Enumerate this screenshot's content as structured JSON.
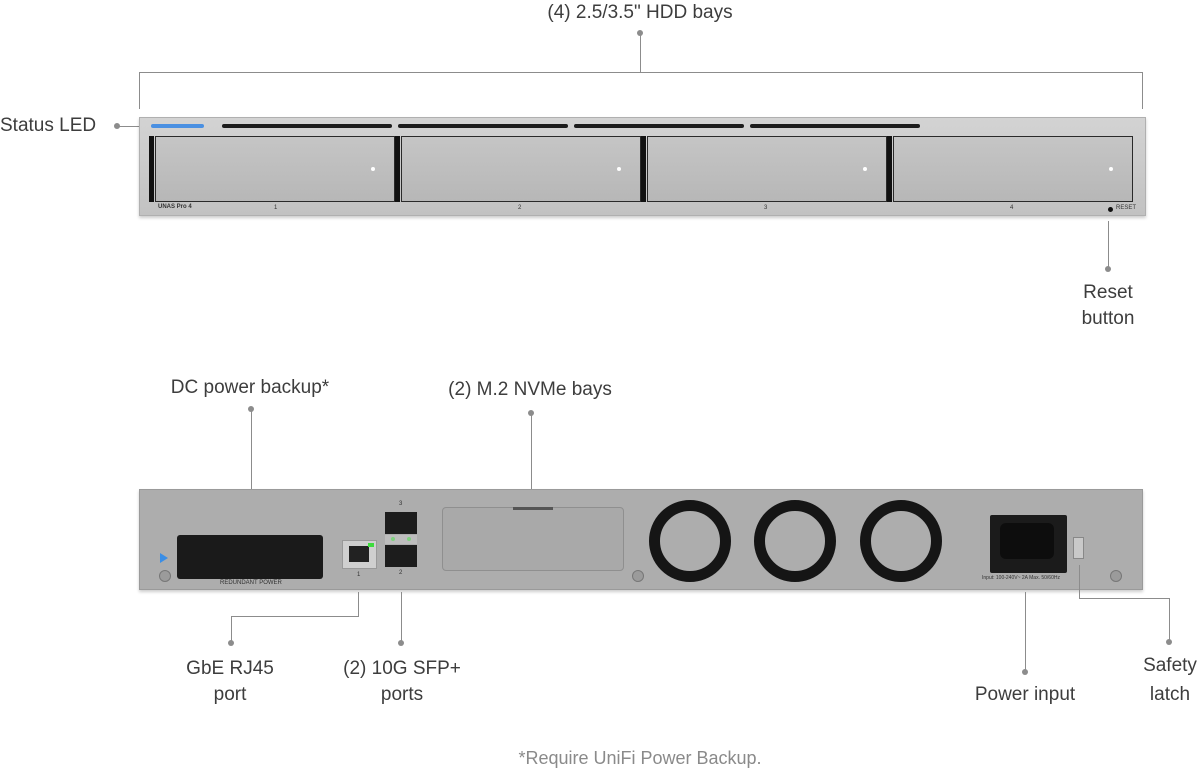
{
  "front_view": {
    "model_label": "UNAS Pro 4",
    "bay_numbers": [
      "1",
      "2",
      "3",
      "4"
    ],
    "reset_text": "RESET",
    "status_led_color": "#4a90e2",
    "callouts": {
      "hdd_bays": "(4) 2.5/3.5\" HDD bays",
      "status_led": "Status LED",
      "reset_line1": "Reset",
      "reset_line2": "button"
    }
  },
  "rear_view": {
    "redundant_power_text": "REDUNDANT POWER",
    "rj45_port_number": "1",
    "sfp_port_numbers": [
      "2",
      "3"
    ],
    "power_input_text": "Input: 100-240V~ 2A Max. 50/60Hz",
    "callouts": {
      "dc_power_backup": "DC power backup*",
      "m2_bays": "(2) M.2 NVMe bays",
      "rj45_line1": "GbE RJ45",
      "rj45_line2": "port",
      "sfp_line1": "(2) 10G SFP+",
      "sfp_line2": "ports",
      "power_input": "Power input",
      "safety_line1": "Safety",
      "safety_line2": "latch"
    }
  },
  "footnote": "*Require UniFi Power Backup."
}
